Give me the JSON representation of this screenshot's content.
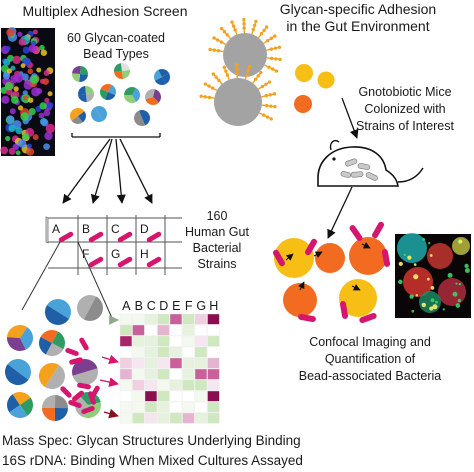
{
  "titles": {
    "left": "Multiplex Adhesion Screen",
    "right_line1": "Glycan-specific Adhesion",
    "right_line2": "in the Gut Environment"
  },
  "labels": {
    "beads_line1": "60 Glycan-coated",
    "beads_line2": "Bead Types",
    "strains_line1": "160",
    "strains_line2": "Human Gut",
    "strains_line3": "Bacterial",
    "strains_line4": "Strains",
    "mice_line1": "Gnotobiotic Mice",
    "mice_line2": "Colonized with",
    "mice_line3": "Strains of Interest",
    "confocal_line1": "Confocal Imaging and",
    "confocal_line2": "Quantification of",
    "confocal_line3": "Bead-associated Bacteria",
    "footer_line1": "Mass Spec: Glycan Structures Underlying Binding",
    "footer_line2": "16S rDNA: Binding When Mixed Cultures Assayed"
  },
  "plate_wells": [
    "A",
    "B",
    "C",
    "D",
    "F",
    "G",
    "H"
  ],
  "heatmap": {
    "columns": [
      "A",
      "B",
      "C",
      "D",
      "E",
      "F",
      "G",
      "H"
    ],
    "rows": 10
  },
  "colors": {
    "bacteria": "#d6156f",
    "glycan_orange": "#f5a11b",
    "bead_gray": "#a3a3a3",
    "bead_yellow": "#f7be16",
    "bead_orange": "#f26b21",
    "heatmap_high": "#8a0f4f",
    "heatmap_mid": "#e5b4d0",
    "heatmap_green": "#cfe8bf"
  }
}
